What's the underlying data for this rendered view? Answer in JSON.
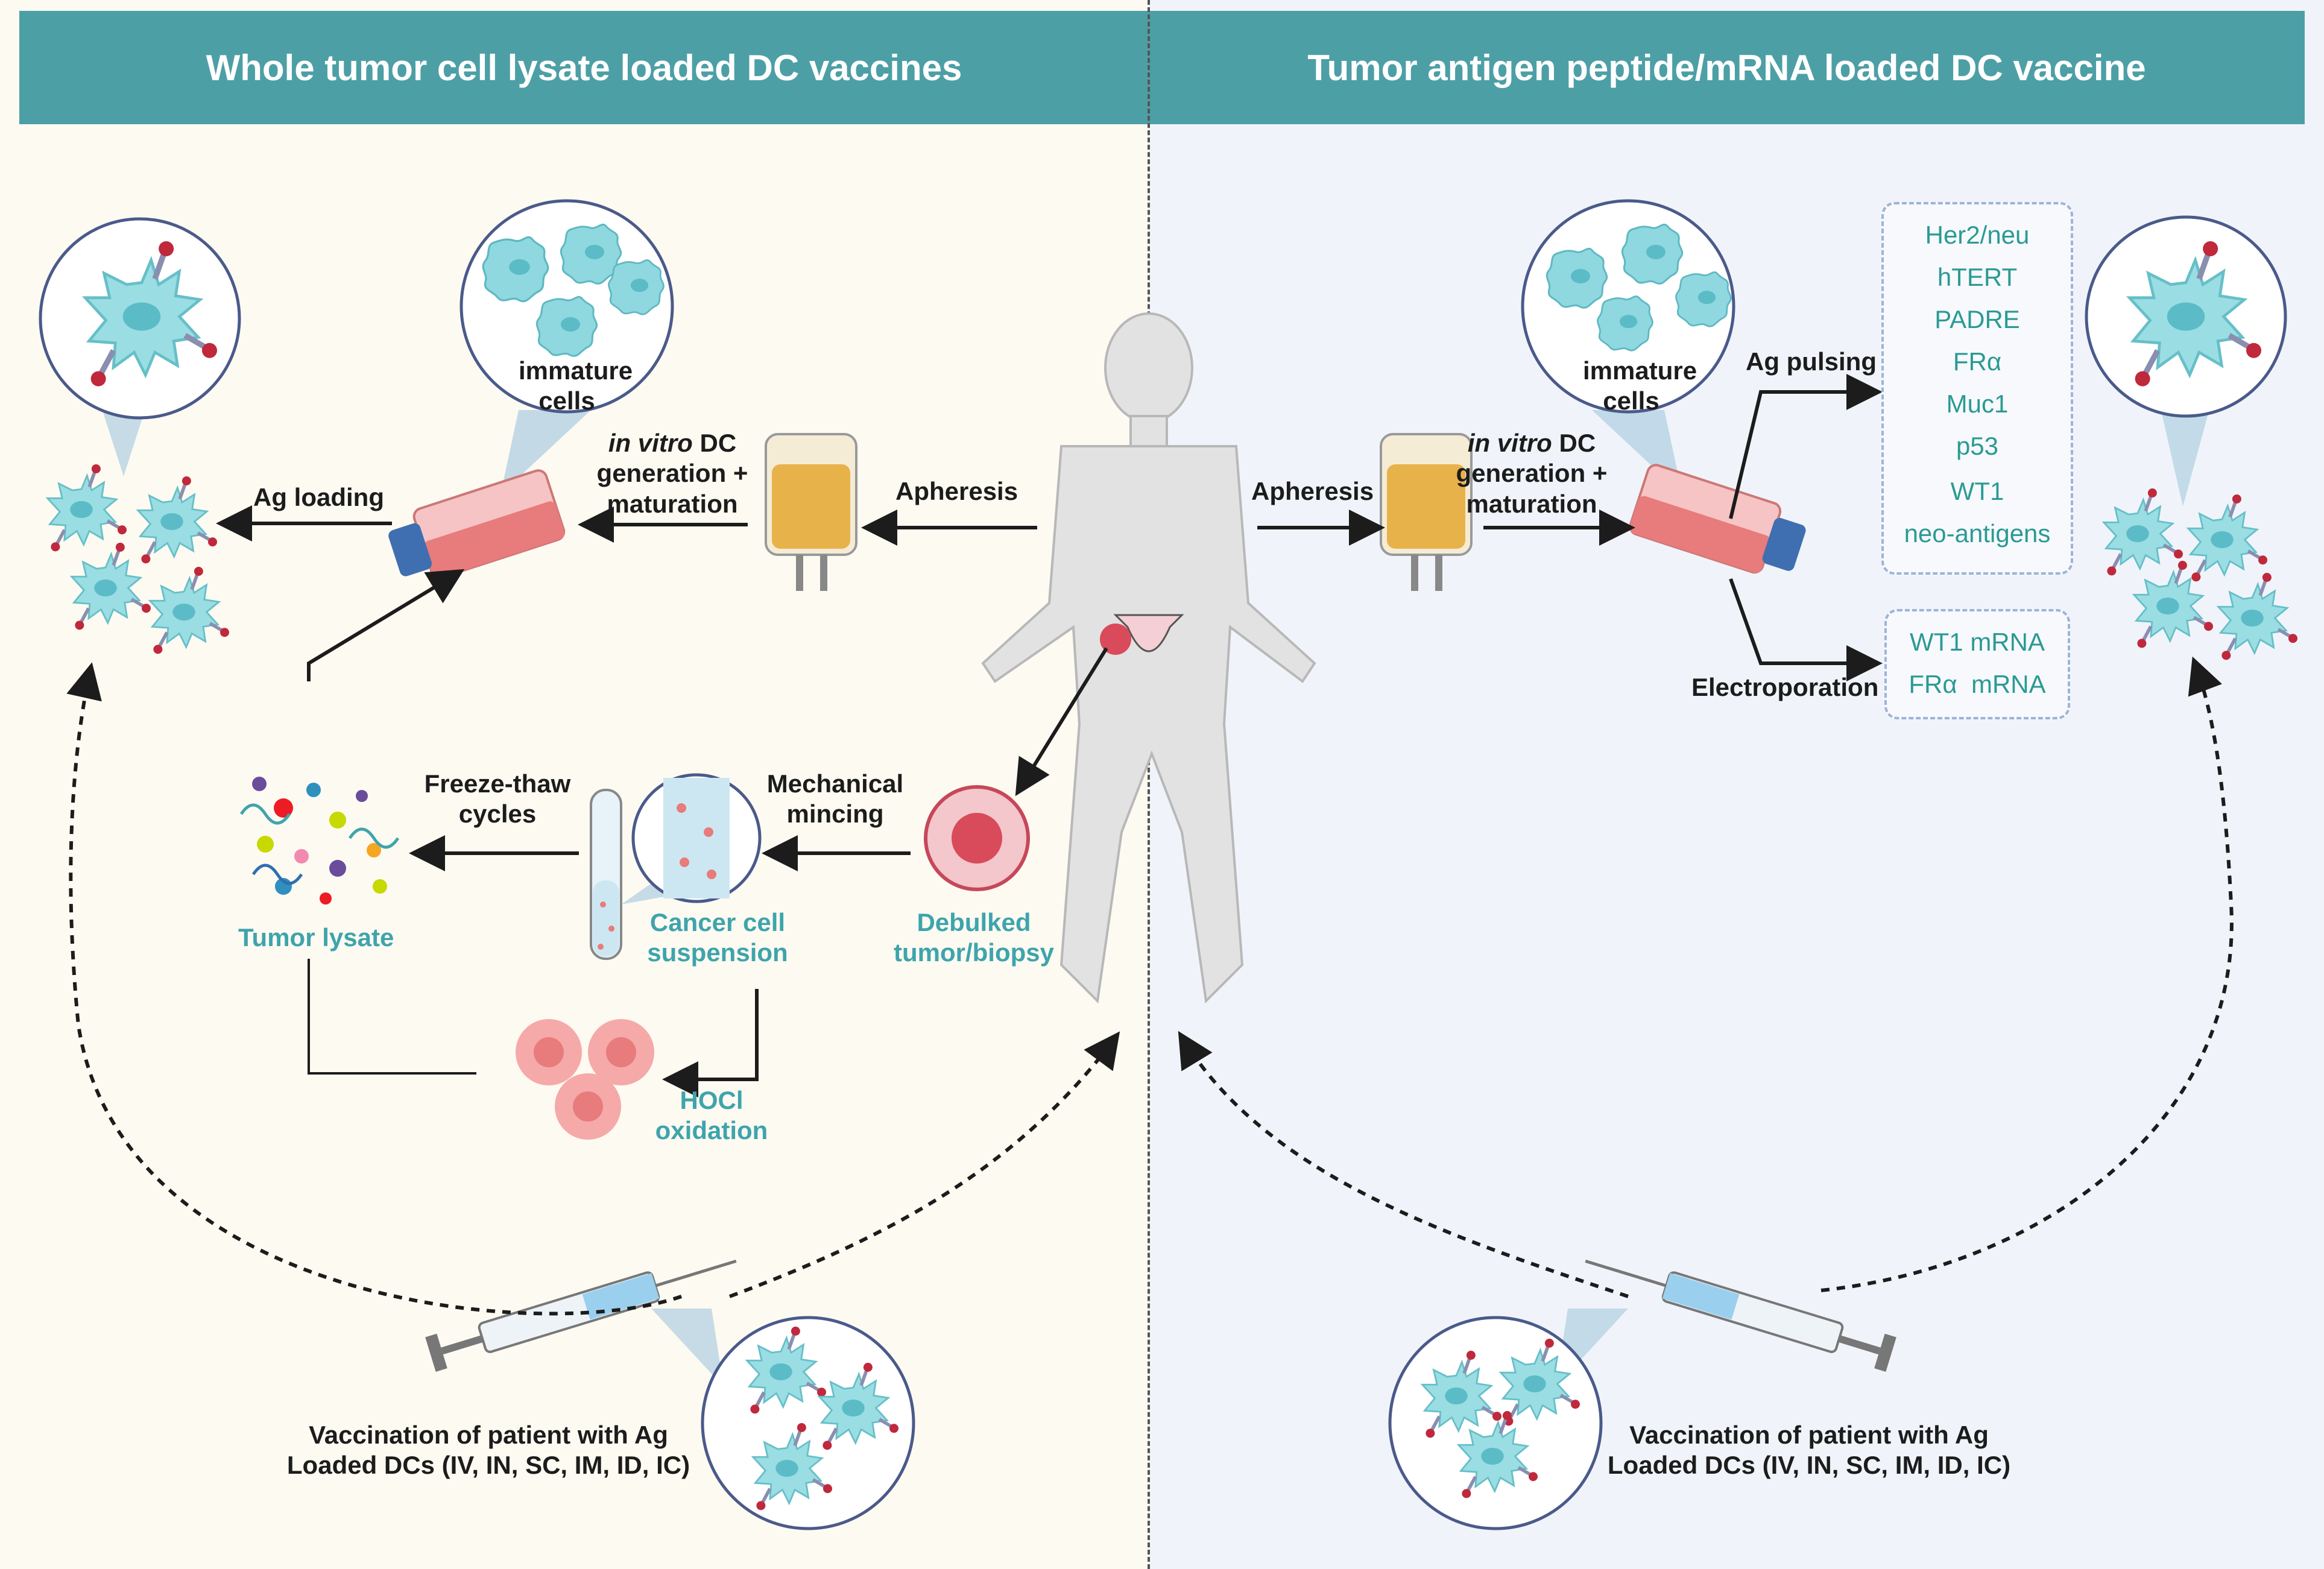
{
  "headers": {
    "left": "Whole tumor cell lysate loaded DC vaccines",
    "right": "Tumor antigen peptide/mRNA loaded DC vaccine"
  },
  "left": {
    "immature_cells": "immature\ncells",
    "ag_loading": "Ag loading",
    "in_vitro_italic": "in vitro",
    "in_vitro_rest": " DC\ngeneration +\nmaturation",
    "apheresis": "Apheresis",
    "freeze_thaw": "Freeze-thaw\ncycles",
    "mechanical_mincing": "Mechanical\nmincing",
    "tumor_lysate": "Tumor lysate",
    "cancer_cell_suspension": "Cancer cell\nsuspension",
    "debulked_tumor": "Debulked\ntumor/biopsy",
    "hocl_oxidation": "HOCl\noxidation",
    "vaccination": "Vaccination of patient with Ag\nLoaded DCs (IV, IN, SC, IM, ID, IC)"
  },
  "right": {
    "immature_cells": "immature\ncells",
    "apheresis": "Apheresis",
    "in_vitro_italic": "in vitro",
    "in_vitro_rest": " DC\ngeneration +\nmaturation",
    "ag_pulsing": "Ag pulsing",
    "electroporation": "Electroporation",
    "peptide_antigens": [
      "Her2/neu",
      "hTERT",
      "PADRE",
      "FRα",
      "Muc1",
      "p53",
      "WT1",
      "neo-antigens"
    ],
    "mrna_antigens": [
      "WT1 mRNA",
      "FRα  mRNA"
    ],
    "vaccination": "Vaccination of patient with Ag\nLoaded DCs (IV, IN, SC, IM, ID, IC)"
  },
  "colors": {
    "header_bg": "#4d9fa6",
    "left_bg": "#fdfaf1",
    "right_bg": "#f0f4fa",
    "teal_text": "#3ea4ac",
    "cell": "#7dd3dc",
    "bag_fluid": "#e8b24a",
    "flask": "#e87b7b",
    "tumor": "#d94a5a"
  }
}
